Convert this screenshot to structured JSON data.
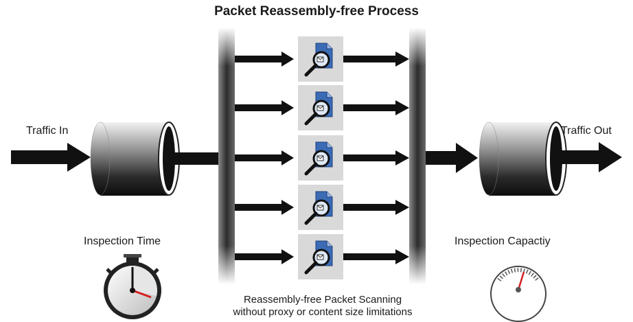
{
  "title": "Packet Reassembly-free Process",
  "labels": {
    "traffic_in": "Traffic In",
    "traffic_out": "Traffic Out",
    "inspection_time": "Inspection Time",
    "inspection_capacity": "Inspection Capactiy",
    "scanning_line1": "Reassembly-free Packet Scanning",
    "scanning_line2": "without proxy or content size limitations"
  },
  "icons": [
    "pipe-cylinder",
    "scan-document-magnifier",
    "stopwatch",
    "speed-gauge"
  ],
  "scan_lanes": 5,
  "colors": {
    "arrow": "#111111",
    "bar": "#3a3a3a",
    "icon_bg": "#d9d9d9",
    "needle": "#d42020"
  }
}
